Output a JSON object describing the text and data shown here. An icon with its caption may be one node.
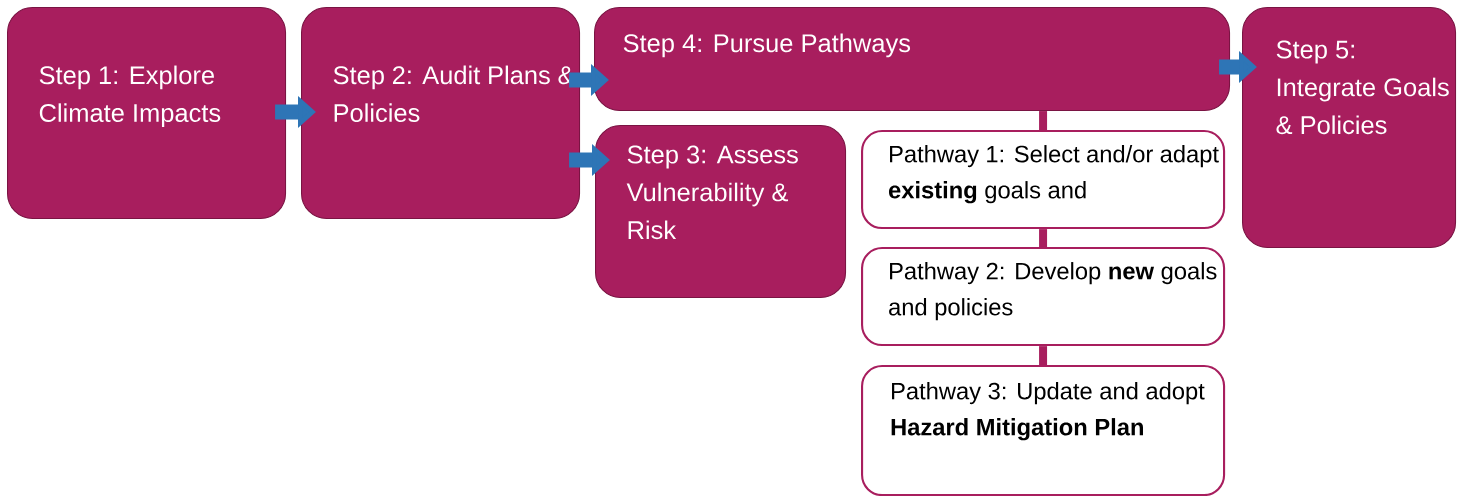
{
  "diagram": {
    "nodes": [
      {
        "text": [
          "Step 1: Explore Climate Impacts"
        ]
      },
      {
        "text": [
          "Step 2: Audit Plans & Policies"
        ]
      },
      {
        "text": [
          "Step 4: Pursue Pathways"
        ]
      },
      {
        "text": [
          "Step 3: Assess Vulnerability & Risk"
        ]
      },
      {
        "text": [
          "Pathway 1: Select and/or adapt **existing** goals and"
        ]
      },
      {
        "text": [
          "Pathway 2: Develop **new** goals and policies"
        ]
      },
      {
        "text": [
          "Pathway 3: Update and adopt **Hazard Mitigation Plan**"
        ]
      },
      {
        "text": [
          "Step 5: Integrate Goals & Policies"
        ]
      }
    ],
    "edges": [
      {
        "from": 0,
        "to": 1,
        "arrow": "to"
      },
      {
        "from": 1,
        "to": 2,
        "arrow": "to"
      },
      {
        "from": 1,
        "to": 3,
        "arrow": "to"
      },
      {
        "from": 2,
        "to": 7,
        "arrow": "to"
      },
      {
        "from": 2,
        "to": 4,
        "arrow": "none",
        "color": "#a81e5e"
      },
      {
        "from": 4,
        "to": 5,
        "arrow": "none",
        "color": "#a81e5e"
      },
      {
        "from": 5,
        "to": 6,
        "arrow": "none",
        "color": "#a81e5e"
      }
    ]
  }
}
